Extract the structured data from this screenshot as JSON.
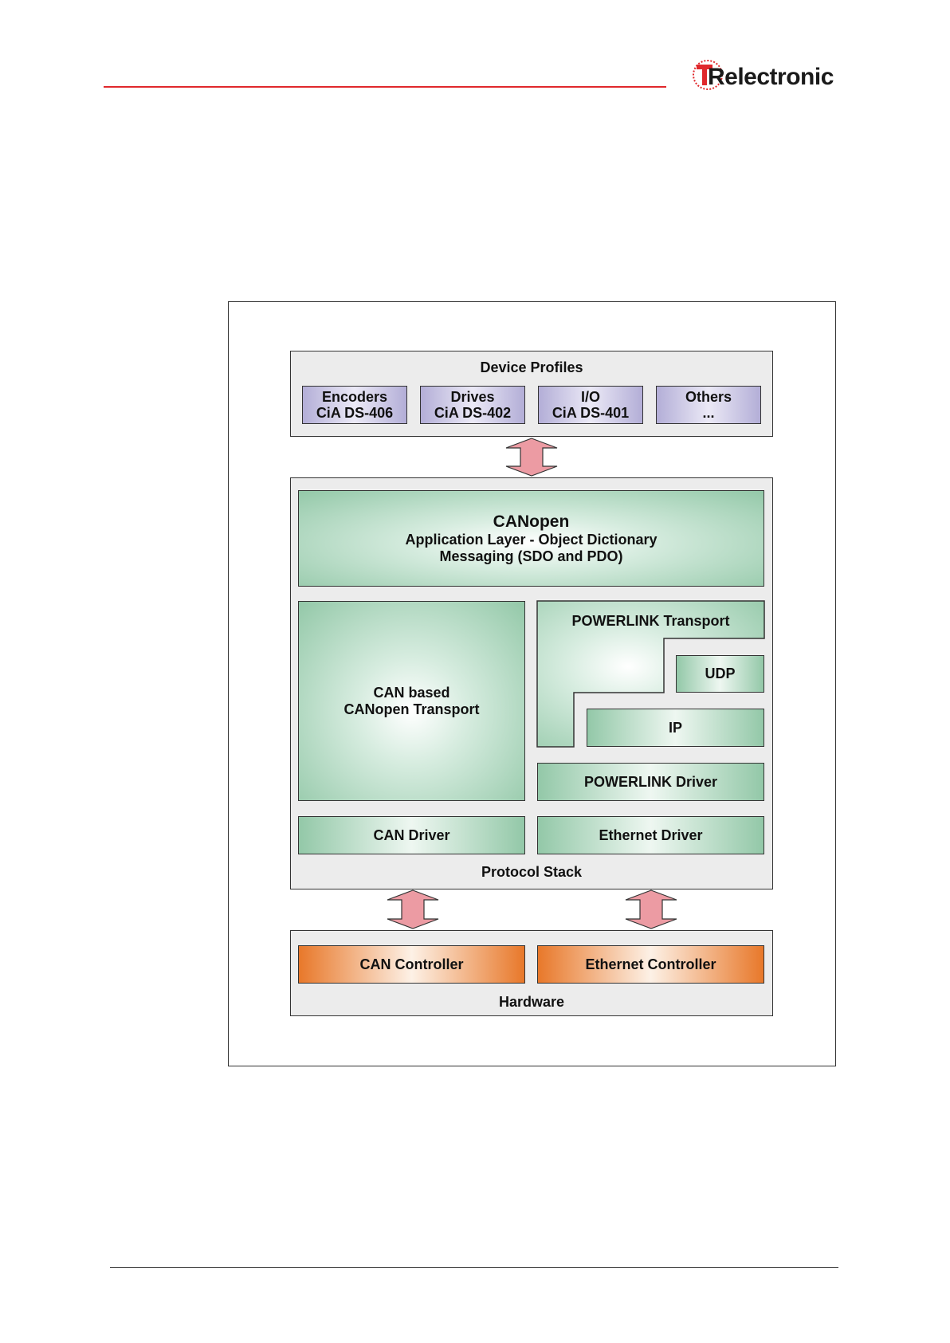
{
  "header": {
    "logo_text": "Relectronic",
    "logo_mark_letters": "TR",
    "accent_color": "#e0282c"
  },
  "diagram": {
    "device_profiles": {
      "title": "Device Profiles",
      "items": [
        {
          "line1": "Encoders",
          "line2": "CiA DS-406"
        },
        {
          "line1": "Drives",
          "line2": "CiA DS-402"
        },
        {
          "line1": "I/O",
          "line2": "CiA DS-401"
        },
        {
          "line1": "Others",
          "line2": "..."
        }
      ]
    },
    "protocol_stack": {
      "title": "Protocol Stack",
      "canopen": {
        "title": "CANopen",
        "line1": "Application Layer - Object Dictionary",
        "line2": "Messaging (SDO and PDO)"
      },
      "can_transport": {
        "line1": "CAN based",
        "line2": "CANopen Transport"
      },
      "powerlink_transport": "POWERLINK Transport",
      "udp": "UDP",
      "ip": "IP",
      "powerlink_driver": "POWERLINK Driver",
      "can_driver": "CAN Driver",
      "ethernet_driver": "Ethernet Driver"
    },
    "hardware": {
      "title": "Hardware",
      "can_controller": "CAN Controller",
      "ethernet_controller": "Ethernet Controller"
    },
    "colors": {
      "profile": "#b3aed7",
      "stack_green": "#93c8a8",
      "hardware_orange": "#e8782a",
      "arrow_pink": "#ec9ba3",
      "panel_grey": "#ececec"
    }
  }
}
